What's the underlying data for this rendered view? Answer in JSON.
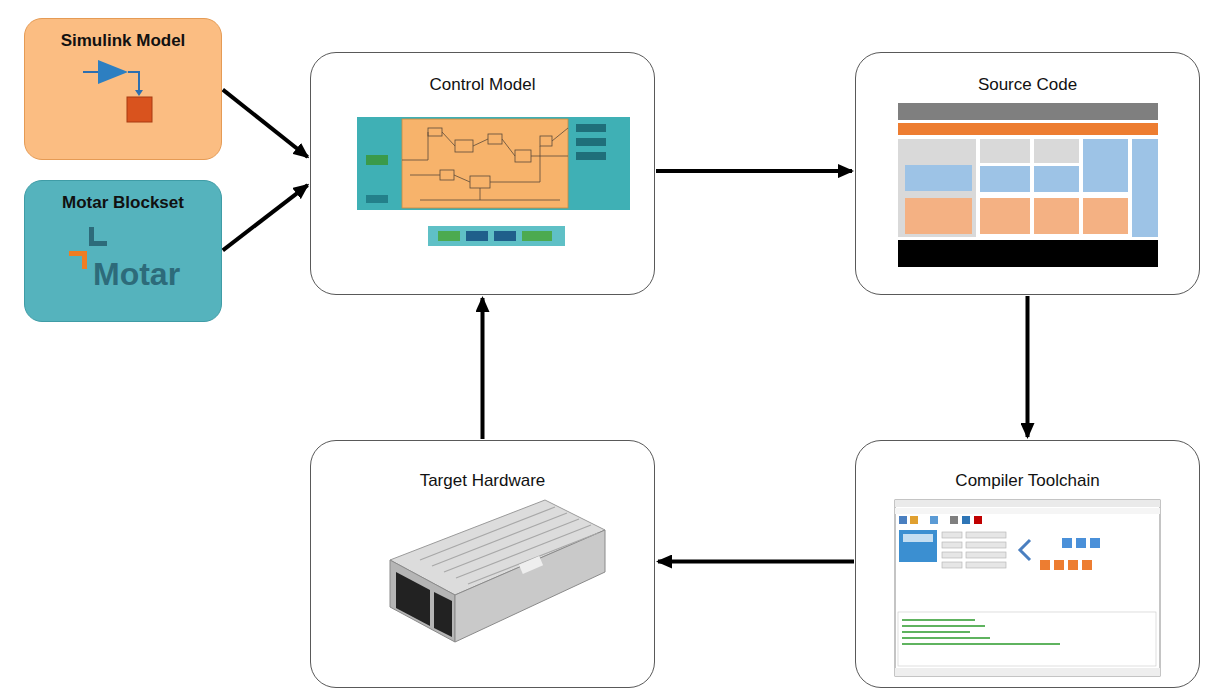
{
  "diagram": {
    "nodes": [
      {
        "text": [
          "Simulink Model"
        ]
      },
      {
        "text": [
          "Motar Blockset",
          "Motar"
        ]
      },
      {
        "text": [
          "Control Model"
        ]
      },
      {
        "text": [
          "Source Code"
        ]
      },
      {
        "text": [
          "Target Hardware"
        ]
      },
      {
        "text": [
          "Compiler Toolchain"
        ]
      }
    ],
    "edges": [
      {
        "from": 0,
        "to": 2,
        "arrow": "to"
      },
      {
        "from": 1,
        "to": 2,
        "arrow": "to"
      },
      {
        "from": 2,
        "to": 3,
        "arrow": "to"
      },
      {
        "from": 3,
        "to": 5,
        "arrow": "to"
      },
      {
        "from": 5,
        "to": 4,
        "arrow": "to"
      },
      {
        "from": 4,
        "to": 2,
        "arrow": "to"
      }
    ]
  }
}
